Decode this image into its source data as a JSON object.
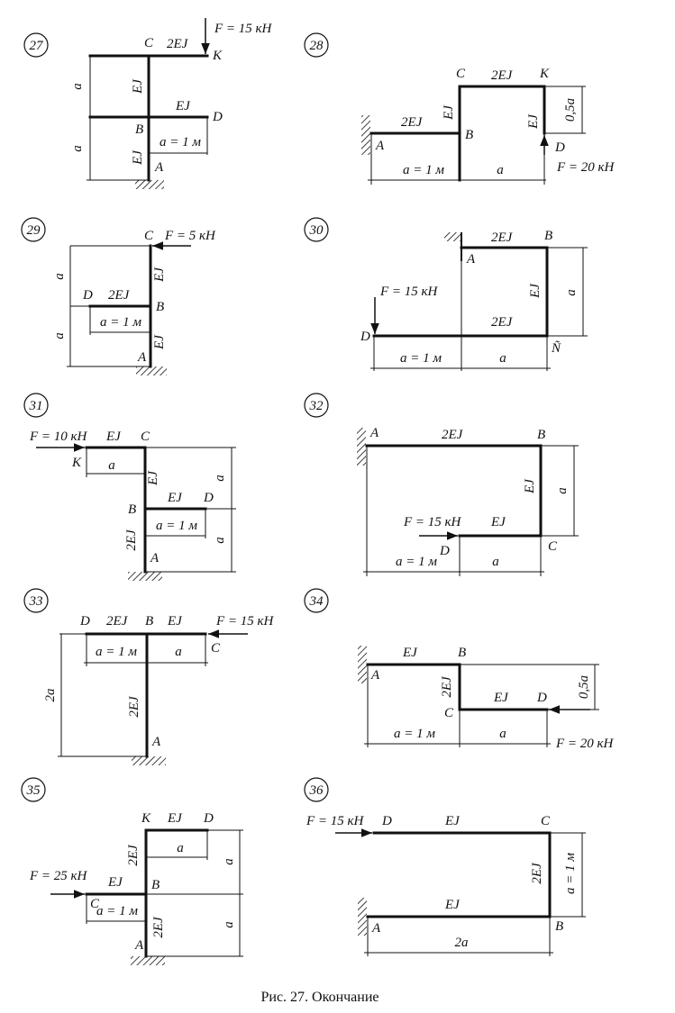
{
  "caption": "Рис. 27. Окончание",
  "problems": [
    {
      "num": "27",
      "F": "F = 15 кН",
      "stiff": [
        "2EJ",
        "EJ",
        "EJ",
        "EJ"
      ],
      "nodes": [
        "C",
        "K",
        "B",
        "D",
        "A"
      ],
      "dims": [
        "a",
        "a",
        "a = 1 м"
      ]
    },
    {
      "num": "28",
      "F": "F = 20 кН",
      "stiff": [
        "2EJ",
        "2EJ",
        "EJ",
        "EJ"
      ],
      "nodes": [
        "C",
        "K",
        "A",
        "B",
        "D"
      ],
      "dims": [
        "a = 1 м",
        "a",
        "0,5a"
      ]
    },
    {
      "num": "29",
      "F": "F = 5 кН",
      "stiff": [
        "2EJ",
        "EJ",
        "EJ"
      ],
      "nodes": [
        "C",
        "D",
        "B",
        "A"
      ],
      "dims": [
        "a",
        "a",
        "a = 1 м"
      ]
    },
    {
      "num": "30",
      "F": "F = 15 кН",
      "stiff": [
        "2EJ",
        "2EJ",
        "EJ"
      ],
      "nodes": [
        "B",
        "A",
        "D",
        "Ñ"
      ],
      "dims": [
        "a = 1 м",
        "a",
        "a"
      ]
    },
    {
      "num": "31",
      "F": "F = 10 кН",
      "stiff": [
        "EJ",
        "EJ",
        "EJ",
        "2EJ"
      ],
      "nodes": [
        "C",
        "K",
        "B",
        "D",
        "A"
      ],
      "dims": [
        "a",
        "a",
        "a = 1 м",
        "a"
      ]
    },
    {
      "num": "32",
      "F": "F = 15 кН",
      "stiff": [
        "2EJ",
        "EJ",
        "EJ"
      ],
      "nodes": [
        "A",
        "B",
        "D",
        "C"
      ],
      "dims": [
        "a = 1 м",
        "a",
        "a"
      ]
    },
    {
      "num": "33",
      "F": "F = 15 кН",
      "stiff": [
        "2EJ",
        "EJ",
        "2EJ"
      ],
      "nodes": [
        "D",
        "B",
        "C",
        "A"
      ],
      "dims": [
        "a = 1 м",
        "a",
        "2a"
      ]
    },
    {
      "num": "34",
      "F": "F = 20 кН",
      "stiff": [
        "EJ",
        "2EJ",
        "EJ"
      ],
      "nodes": [
        "A",
        "B",
        "C",
        "D"
      ],
      "dims": [
        "a = 1 м",
        "a",
        "0,5a"
      ]
    },
    {
      "num": "35",
      "F": "F = 25 кН",
      "stiff": [
        "EJ",
        "2EJ",
        "EJ",
        "2EJ"
      ],
      "nodes": [
        "K",
        "D",
        "B",
        "C",
        "A"
      ],
      "dims": [
        "a",
        "a = 1 м",
        "a",
        "a"
      ]
    },
    {
      "num": "36",
      "F": "F = 15 кН",
      "stiff": [
        "EJ",
        "EJ",
        "2EJ"
      ],
      "nodes": [
        "D",
        "C",
        "A",
        "B"
      ],
      "dims": [
        "a = 1 м",
        "2a"
      ]
    }
  ]
}
